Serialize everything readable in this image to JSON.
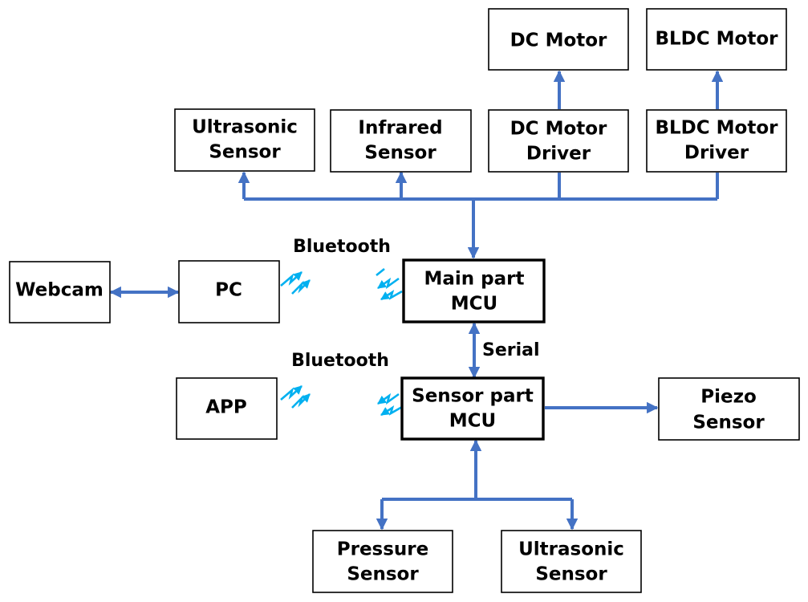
{
  "colors": {
    "connector": "#4472c4",
    "wireless": "#00b0f0",
    "box_border": "#000000"
  },
  "nodes": {
    "dc_motor": {
      "line1": "DC Motor"
    },
    "bldc_motor": {
      "line1": "BLDC Motor"
    },
    "ultrasonic_top": {
      "line1": "Ultrasonic",
      "line2": "Sensor"
    },
    "infrared": {
      "line1": "Infrared",
      "line2": "Sensor"
    },
    "dc_driver": {
      "line1": "DC Motor",
      "line2": "Driver"
    },
    "bldc_driver": {
      "line1": "BLDC Motor",
      "line2": "Driver"
    },
    "webcam": {
      "line1": "Webcam"
    },
    "pc": {
      "line1": "PC"
    },
    "main_mcu": {
      "line1": "Main part",
      "line2": "MCU"
    },
    "app": {
      "line1": "APP"
    },
    "sensor_mcu": {
      "line1": "Sensor part",
      "line2": "MCU"
    },
    "piezo": {
      "line1": "Piezo",
      "line2": "Sensor"
    },
    "pressure": {
      "line1": "Pressure",
      "line2": "Sensor"
    },
    "ultrasonic_bottom": {
      "line1": "Ultrasonic",
      "line2": "Sensor"
    }
  },
  "links": {
    "bluetooth_top": "Bluetooth",
    "bluetooth_bottom": "Bluetooth",
    "serial": "Serial"
  },
  "icons": {
    "wireless": "lightning-bolt-icon"
  }
}
